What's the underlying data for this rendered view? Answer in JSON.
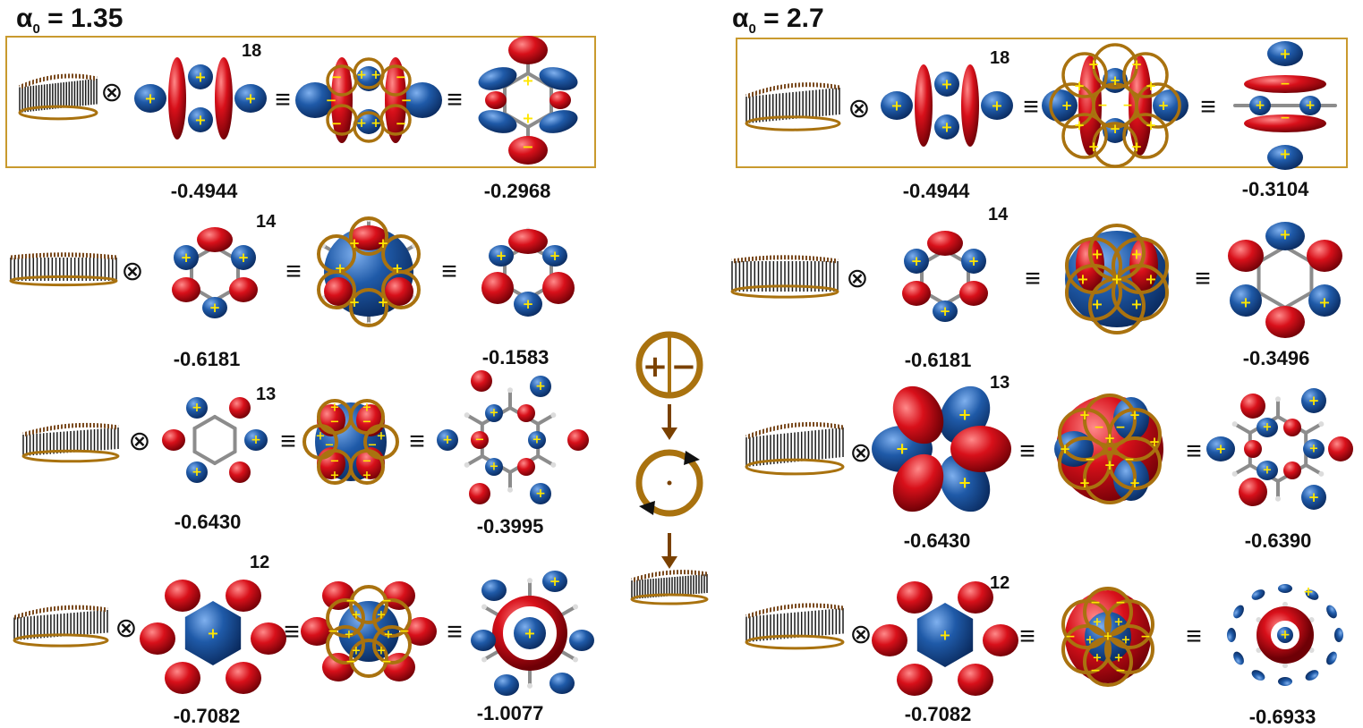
{
  "panels": [
    {
      "alpha_symbol": "α",
      "alpha_subscript": "0",
      "alpha_value": "= 1.35",
      "rows": [
        {
          "n": "18",
          "left_value": "-0.4944",
          "right_value": "-0.2968",
          "highlighted": true
        },
        {
          "n": "14",
          "left_value": "-0.6181",
          "right_value": "-0.1583",
          "highlighted": false
        },
        {
          "n": "13",
          "left_value": "-0.6430",
          "right_value": "-0.3995",
          "highlighted": false
        },
        {
          "n": "12",
          "left_value": "-0.7082",
          "right_value": "-1.0077",
          "highlighted": false
        }
      ]
    },
    {
      "alpha_symbol": "α",
      "alpha_subscript": "0",
      "alpha_value": "= 2.7",
      "rows": [
        {
          "n": "18",
          "left_value": "-0.4944",
          "right_value": "-0.3104",
          "highlighted": true
        },
        {
          "n": "14",
          "left_value": "-0.6181",
          "right_value": "-0.3496",
          "highlighted": false
        },
        {
          "n": "13",
          "left_value": "-0.6430",
          "right_value": "-0.6390",
          "highlighted": false
        },
        {
          "n": "12",
          "left_value": "-0.7082",
          "right_value": "-0.6933",
          "highlighted": false
        }
      ]
    }
  ],
  "operators": {
    "tensor": "⊗",
    "equiv": "≡"
  },
  "signs": {
    "plus": "+",
    "minus": "−"
  },
  "colors": {
    "positive_lobe": "#1f5aa8",
    "negative_lobe": "#d8101a",
    "ring": "#a9720f",
    "sign_text": "#ffe600",
    "highlight_border": "#c99a2e",
    "arrow": "#7a4100"
  }
}
